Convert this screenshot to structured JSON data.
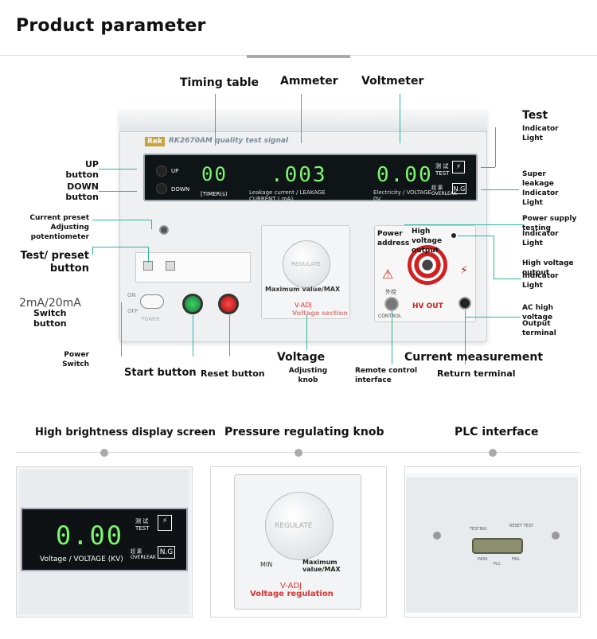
{
  "header": {
    "title": "Product parameter"
  },
  "device": {
    "brand": "Rek",
    "model": "RK2670AM quality test signal",
    "display": {
      "timer_value": "00",
      "current_value": ".003",
      "voltage_value": "0.00",
      "up_label": "UP",
      "down_label": "DOWN",
      "timer_label": "[TIMER(s)",
      "leakage_label": "Leakage current / LEAKAGE CURRENT ( mA)",
      "electricity_label": "Electricity / VOLTAGE 0V",
      "test_label": "测 试 TEST",
      "overleak_label": "超 漏 OVERLEAK",
      "ng": "N.G",
      "lightning": "⚡"
    },
    "knob_label": "REGULATE",
    "knob_text1": "Maximum value/MAX",
    "knob_text2": "V-ADJ",
    "knob_text3": "Voltage section",
    "hv_label": "HV OUT",
    "control_label": "CONTROL",
    "control_cn": "外控",
    "power_text": "POWER",
    "on_label": "ON",
    "off_label": "OFF"
  },
  "annotations": {
    "timing_table": "Timing table",
    "ammeter": "Ammeter",
    "voltmeter": "Voltmeter",
    "test": "Test",
    "test_indicator": "Indicator Light",
    "super_leakage": "Super leakage Indicator Light",
    "up_button": "UP button",
    "down_button": "DOWN button",
    "current_preset": "Current preset Adjusting potentiometer",
    "test_preset": "Test/ preset button",
    "range": "2mA/20mA",
    "switch_button": "Switch button",
    "power_switch": "Power Switch",
    "start_button": "Start button",
    "reset_button": "Reset button",
    "voltage_knob_1": "Voltage",
    "voltage_knob_2": "Adjusting knob",
    "remote_control": "Remote control interface",
    "current_measurement": "Current measurement",
    "return_terminal": "Return terminal",
    "power_address": "Power address",
    "high_voltage_output": "High voltage output",
    "power_supply": "Power supply testing",
    "indicator_light_1": "Indicator Light",
    "high_voltage_output_r": "High voltage output",
    "indicator_light_2": "Indicator Light",
    "ac_high_voltage": "AC high voltage",
    "output_terminal": "Output terminal"
  },
  "sections": [
    {
      "title": "High brightness display screen"
    },
    {
      "title": "Pressure regulating knob"
    },
    {
      "title": "PLC interface"
    }
  ],
  "panel1": {
    "value": "0.00",
    "voltage_label": "Voltage / VOLTAGE (KV)",
    "test_label": "测 试 TEST",
    "overleak_label": "超 漏 OVERLEAK",
    "ng": "N.G"
  },
  "panel2": {
    "knob_label": "REGULATE",
    "min_label": "MIN",
    "max_label": "Maximum value/MAX",
    "vadj": "V-ADJ",
    "voltage_regulation": "Voltage regulation"
  },
  "panel3": {
    "testing": "TESTING",
    "reset_test": "RESET TEST",
    "pass": "PASS",
    "fail": "FAIL",
    "plc": "PLC"
  }
}
